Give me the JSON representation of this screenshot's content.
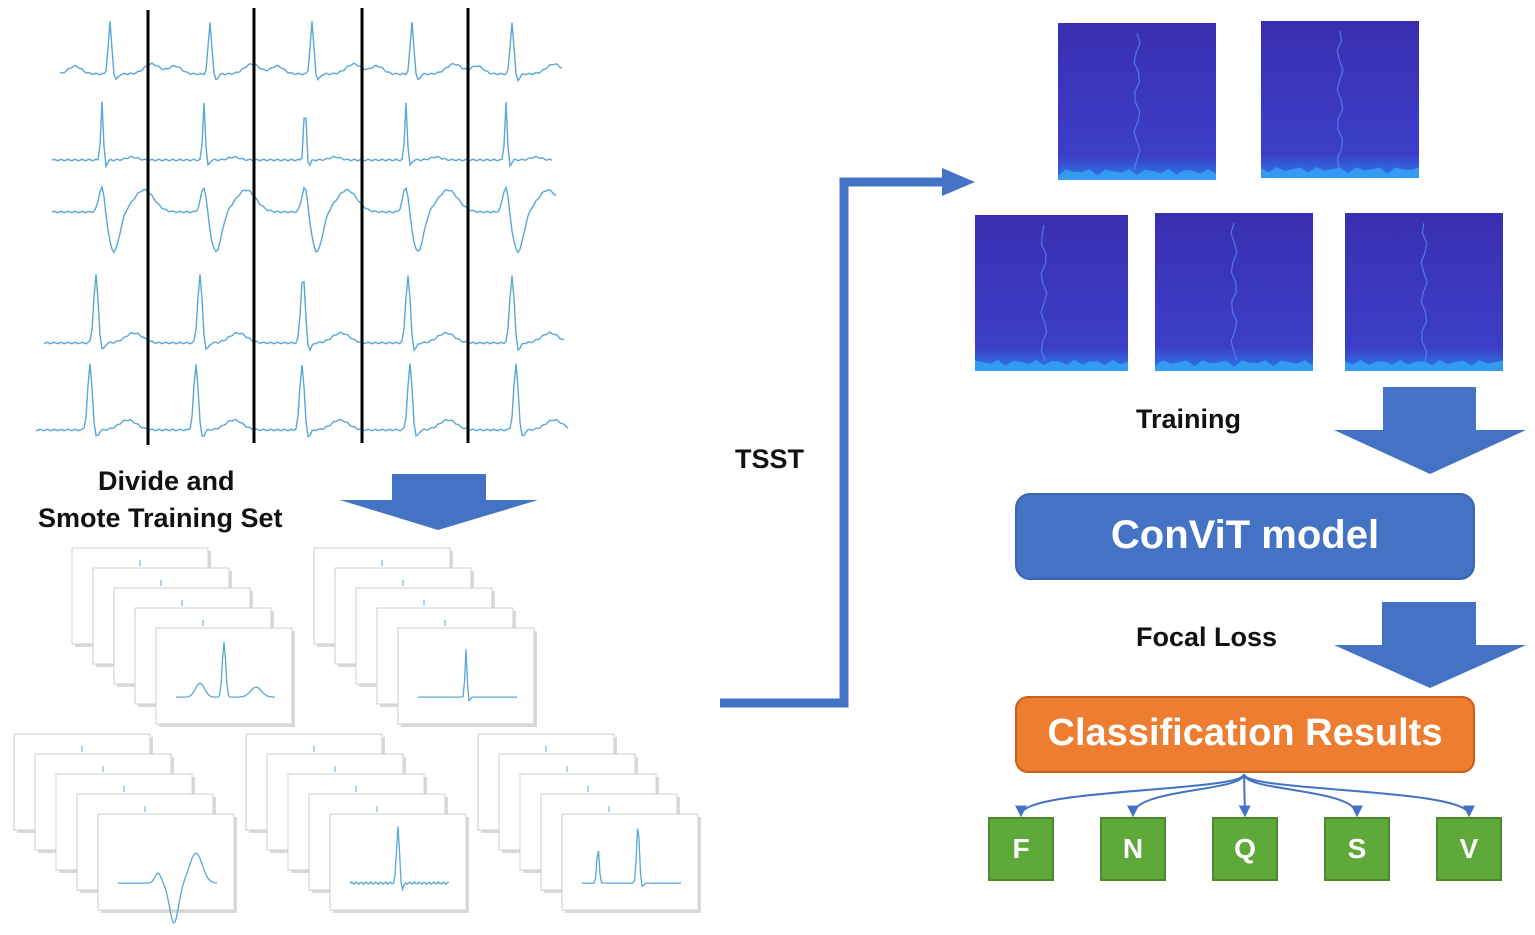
{
  "labels": {
    "divide_line1": "Divide and",
    "divide_line2": "Smote Training Set",
    "tsst": "TSST",
    "training": "Training",
    "focal_loss": "Focal Loss"
  },
  "model_box": {
    "label": "ConViT model",
    "color": "#4472c4"
  },
  "results_box": {
    "label": "Classification Results",
    "color": "#ed7d31"
  },
  "classes": [
    "F",
    "N",
    "Q",
    "S",
    "V"
  ],
  "colors": {
    "ecg_trace": "#5aa7d6",
    "arrow_blue": "#4472c4",
    "class_green": "#5fa93a",
    "spectrogram_bg": "#3a2eb0"
  },
  "icons": {
    "ecg_grid": "ecg-waveform-rows",
    "beat_stacks": "beat-image-stack",
    "spectrograms": "tsst-spectrogram-image"
  }
}
